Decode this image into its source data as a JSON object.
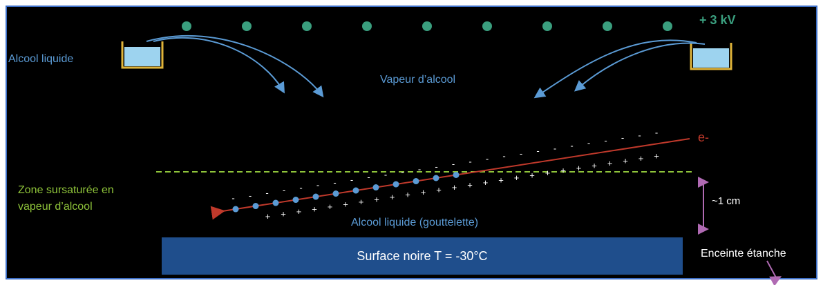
{
  "labels": {
    "alcool_liquide": "Alcool liquide",
    "vapeur": "Vapeur d’alcool",
    "voltage": "+ 3 kV",
    "zone_line1": "Zone sursaturée en",
    "zone_line2": "vapeur d’alcool",
    "gouttelette": "Alcool liquide (gouttelette)",
    "distance": "~1 cm",
    "enceinte": "Enceinte étanche",
    "electron": "e-",
    "surface": "Surface noire T =  -30°C"
  },
  "colors": {
    "background": "#000000",
    "frame": "#3d6fc7",
    "label_blue": "#5b9bd5",
    "voltage_green": "#3a9e7e",
    "zone_green": "#8fc43a",
    "electron_red": "#c0392b",
    "surface_blue": "#1f4e8c",
    "surface_text": "#ffffff",
    "distance_arrow": "#b06ab3",
    "droplet": "#5b9bd5",
    "electrode_dot": "#3a9e7e",
    "charge_text": "#ffffff"
  },
  "electrode_count": 9,
  "track": {
    "droplet_count": 12,
    "plus_count": 26,
    "minus_count": 26
  }
}
